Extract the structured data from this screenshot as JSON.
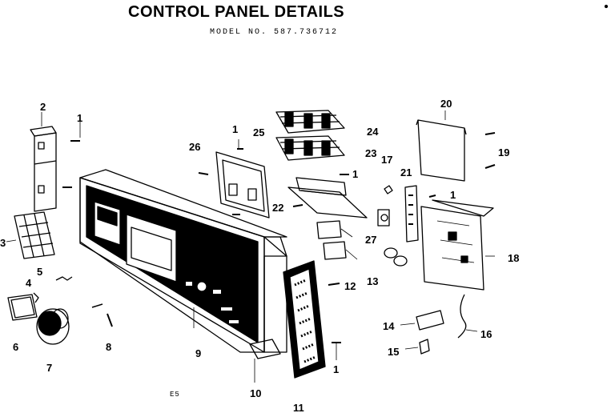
{
  "title": "CONTROL PANEL DETAILS",
  "model": "MODEL NO. 587.736712",
  "stray_code": "E5",
  "callouts": [
    "1",
    "2",
    "3",
    "4",
    "5",
    "6",
    "7",
    "8",
    "9",
    "10",
    "11",
    "12",
    "13",
    "14",
    "15",
    "16",
    "17",
    "18",
    "19",
    "20",
    "21",
    "22",
    "23",
    "24",
    "25",
    "26",
    "27"
  ],
  "colors": {
    "ink": "#000000",
    "paper": "#ffffff"
  }
}
